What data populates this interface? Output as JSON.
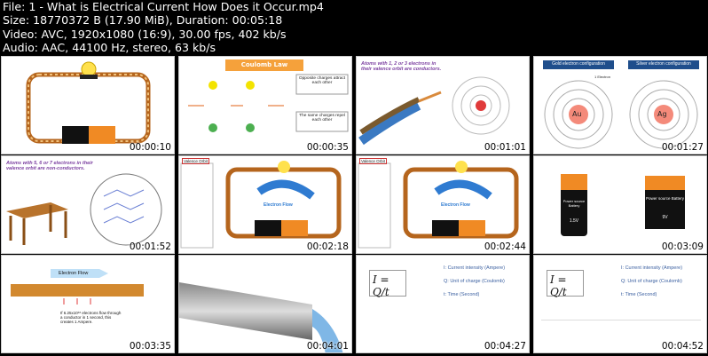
{
  "info": {
    "file": "File: 1 - What is Electrical Current How Does it Occur.mp4",
    "size": "Size: 18770372 B (17.90 MiB), Duration: 00:05:18",
    "video": "Video: AVC, 1920x1080 (16:9), 30.00 fps, 402 kb/s",
    "audio": "Audio: AAC, 44100 Hz, stereo, 63 kb/s"
  },
  "thumbs": [
    {
      "time": "00:00:10"
    },
    {
      "time": "00:00:35",
      "title": "Coulomb Law",
      "note1": "Opposite charges attract each other",
      "note2": "The same charges repel each other"
    },
    {
      "time": "00:01:01",
      "caption": "Atoms with 1, 2 or 3 electrons in their valence orbit are conductors."
    },
    {
      "time": "00:01:27",
      "left_title": "Gold electron configuration",
      "right_title": "Silver electron configuration",
      "left_symbol": "Au",
      "right_symbol": "Ag",
      "label": "1 Electron"
    },
    {
      "time": "00:01:52",
      "caption": "Atoms with 5, 6 or 7 electrons in their valence orbit are non-conductors."
    },
    {
      "time": "00:02:18",
      "tag": "Valence Orbit",
      "flow": "Electron Flow"
    },
    {
      "time": "00:02:44",
      "tag": "Valence Orbit",
      "flow": "Electron Flow"
    },
    {
      "time": "00:03:09",
      "cell1": "Power source Battery",
      "cell1_v": "1.5V",
      "cell2": "Power source Battery",
      "cell2_v": "9V"
    },
    {
      "time": "00:03:35",
      "flow": "Electron Flow",
      "note": "If 6.25x10¹⁸ electrons flow through a conductor in 1 second, this creates 1 Ampere."
    },
    {
      "time": "00:04:01"
    },
    {
      "time": "00:04:27",
      "l1": "I: Current intensity (Ampere)",
      "l2": "Q: Unit of charge (Coulomb)",
      "l3": "t: Time (Second)"
    },
    {
      "time": "00:04:52",
      "l1": "I: Current intensity (Ampere)",
      "l2": "Q: Unit of charge (Coulomb)",
      "l3": "t: Time (Second)"
    }
  ]
}
